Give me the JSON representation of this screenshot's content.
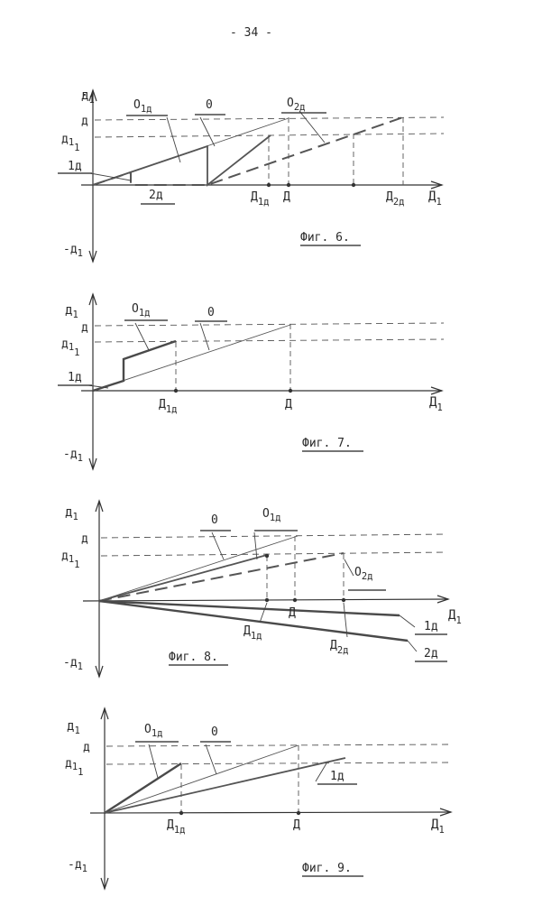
{
  "page_number": "- 34 -",
  "figures": [
    {
      "caption": "Фиг. 6.",
      "y_axis": {
        "main": "д",
        "sub": "1",
        "neg": "-д",
        "neg_sub": "1"
      },
      "x_axis": {
        "main": "Д",
        "sub": "1"
      },
      "y_levels": [
        {
          "main": "д",
          "sub": ""
        },
        {
          "main": "д",
          "sub": "1",
          "sub2": "1"
        }
      ],
      "x_ticks": [
        {
          "main": "Д",
          "sub": "1д"
        },
        {
          "main": "Д",
          "sub": ""
        },
        {
          "main": "Д",
          "sub": "2д"
        }
      ],
      "labels": [
        {
          "main": "О",
          "sub": "1д"
        },
        {
          "main": "0",
          "sub": ""
        },
        {
          "main": "О",
          "sub": "2д"
        },
        {
          "main": "1д",
          "sub": ""
        },
        {
          "main": "2д",
          "sub": ""
        }
      ]
    },
    {
      "caption": "Фиг. 7.",
      "y_axis": {
        "main": "д",
        "sub": "1",
        "neg": "-д",
        "neg_sub": "1"
      },
      "x_axis": {
        "main": "Д",
        "sub": "1"
      },
      "y_levels": [
        {
          "main": "д",
          "sub": ""
        },
        {
          "main": "д",
          "sub": "1",
          "sub2": "1"
        }
      ],
      "x_ticks": [
        {
          "main": "Д",
          "sub": "1д"
        },
        {
          "main": "Д",
          "sub": ""
        }
      ],
      "labels": [
        {
          "main": "О",
          "sub": "1д"
        },
        {
          "main": "0",
          "sub": ""
        },
        {
          "main": "1д",
          "sub": ""
        }
      ]
    },
    {
      "caption": "Фиг. 8.",
      "y_axis": {
        "main": "д",
        "sub": "1",
        "neg": "-д",
        "neg_sub": "1"
      },
      "x_axis": {
        "main": "Д",
        "sub": "1"
      },
      "y_levels": [
        {
          "main": "д",
          "sub": ""
        },
        {
          "main": "д",
          "sub": "1",
          "sub2": "1"
        }
      ],
      "x_ticks": [
        {
          "main": "Д",
          "sub": "1д"
        },
        {
          "main": "Д",
          "sub": ""
        },
        {
          "main": "Д",
          "sub": "2д"
        }
      ],
      "labels": [
        {
          "main": "0",
          "sub": ""
        },
        {
          "main": "О",
          "sub": "1д"
        },
        {
          "main": "О",
          "sub": "2д"
        },
        {
          "main": "1д",
          "sub": ""
        },
        {
          "main": "2д",
          "sub": ""
        }
      ]
    },
    {
      "caption": "Фиг. 9.",
      "y_axis": {
        "main": "д",
        "sub": "1",
        "neg": "-д",
        "neg_sub": "1"
      },
      "x_axis": {
        "main": "Д",
        "sub": "1"
      },
      "y_levels": [
        {
          "main": "д",
          "sub": ""
        },
        {
          "main": "д",
          "sub": "1",
          "sub2": "1"
        }
      ],
      "x_ticks": [
        {
          "main": "Д",
          "sub": "1д"
        },
        {
          "main": "Д",
          "sub": ""
        }
      ],
      "labels": [
        {
          "main": "О",
          "sub": "1д"
        },
        {
          "main": "0",
          "sub": ""
        },
        {
          "main": "1д",
          "sub": ""
        }
      ]
    }
  ]
}
